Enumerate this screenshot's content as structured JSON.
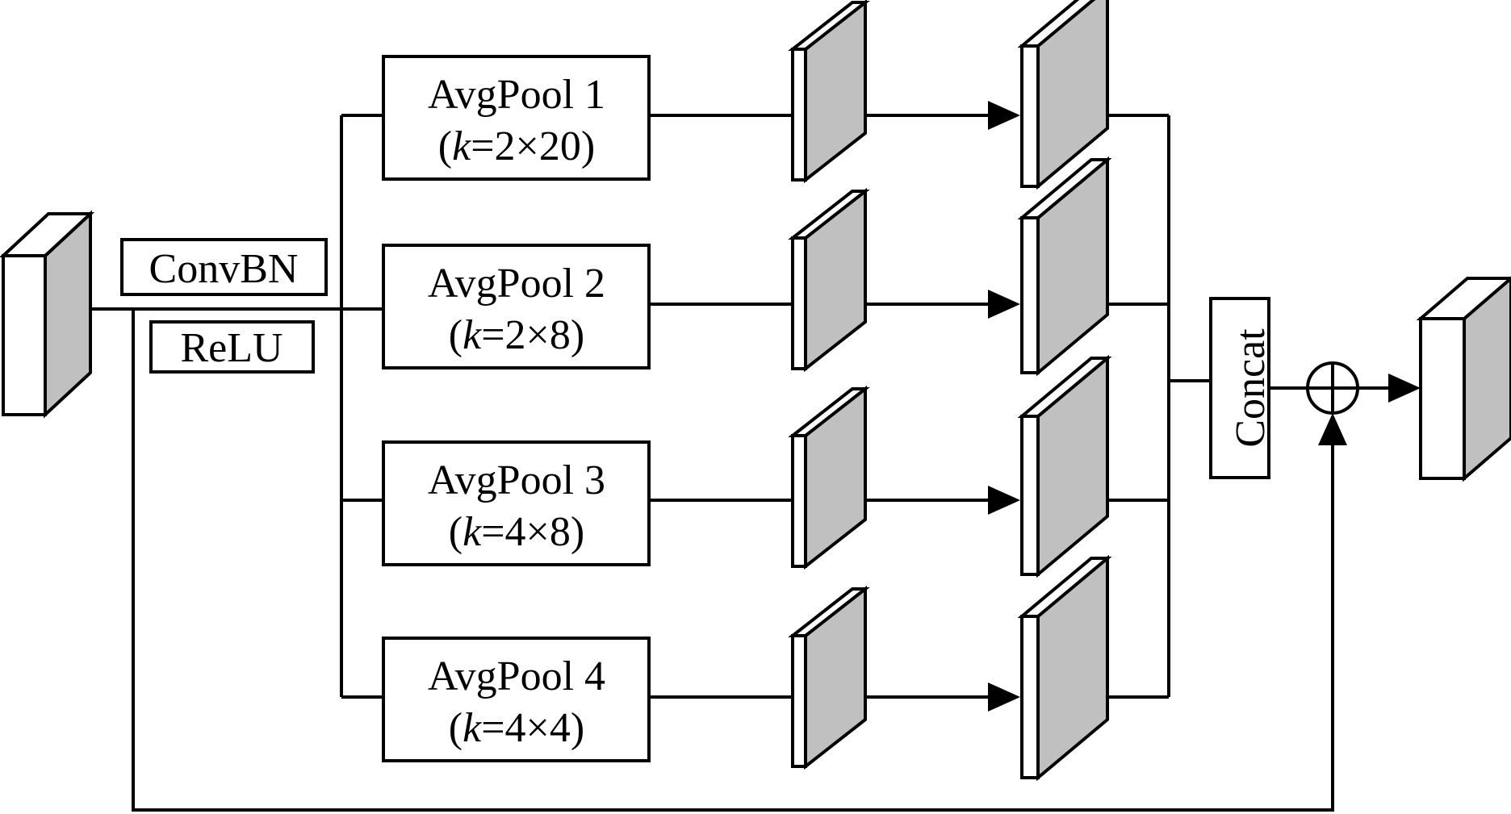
{
  "colors": {
    "line": "#000000",
    "face": "#ffffff",
    "side": "#c0c0c0",
    "background": "#ffffff"
  },
  "conv_label": "ConvBN",
  "relu_label": "ReLU",
  "concat_label": "Concat",
  "sum_symbol": "circle-plus",
  "branches": [
    {
      "name": "AvgPool 1",
      "k_var": "k",
      "k_value": "=2×20",
      "open": "(",
      "close": ")"
    },
    {
      "name": "AvgPool 2",
      "k_var": "k",
      "k_value": "=2×8",
      "open": "(",
      "close": ")"
    },
    {
      "name": "AvgPool 3",
      "k_var": "k",
      "k_value": "=4×8",
      "open": "(",
      "close": ")"
    },
    {
      "name": "AvgPool 4",
      "k_var": "k",
      "k_value": "=4×4",
      "open": "(",
      "close": ")"
    }
  ]
}
